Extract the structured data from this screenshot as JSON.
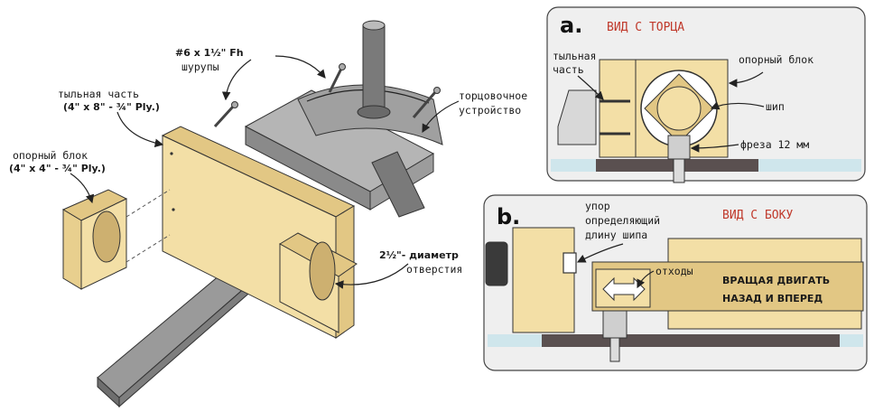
{
  "left": {
    "screws_label_1": "#6 x 1½\" Fh",
    "screws_label_2": "шурупы",
    "backpart_label_1": "тыльная часть",
    "backpart_label_2": "(4\" x 8\" - ¾\" Ply.)",
    "support_label_1": "опорный блок",
    "support_label_2": "(4\" x 4\" - ¾\" Ply.)",
    "miter_label_1": "торцовочное",
    "miter_label_2": "устройство",
    "hole_label_1": "2½\"- диаметр",
    "hole_label_2": "отверстия"
  },
  "panel_a": {
    "letter": "a.",
    "title": "ВИД С ТОРЦА",
    "back_label_1": "тыльная",
    "back_label_2": "часть",
    "support_label": "опорный блок",
    "tenon_label": "шип",
    "cutter_label": "фреза 12 мм"
  },
  "panel_b": {
    "letter": "b.",
    "title": "ВИД С БОКУ",
    "stop_label_1": "упор",
    "stop_label_2": "определяющий",
    "stop_label_3": "длину шипа",
    "waste_label": "отходы",
    "move_label_1": "ВРАЩАЯ ДВИГАТЬ",
    "move_label_2": "НАЗАД И ВПЕРЕД"
  },
  "colors": {
    "wood": "#f3dfa6",
    "wood_dark": "#e2c784",
    "metal": "#a8a8a8",
    "metal_dark": "#6e6e6e",
    "table_blue": "#cfe6ec",
    "table_dark": "#5a5050",
    "panel_bg": "#efefef",
    "title_red": "#c0392b"
  }
}
